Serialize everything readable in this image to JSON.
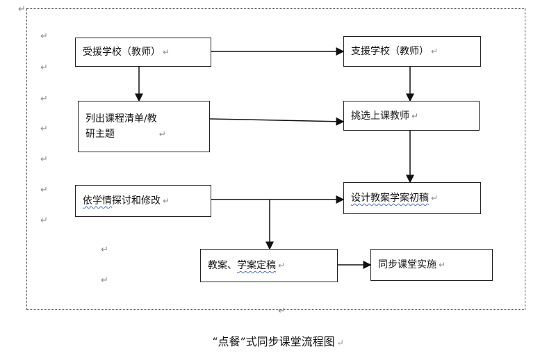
{
  "diagram": {
    "nodes": {
      "recipient_school": "受援学校（教师）",
      "support_school": "支援学校（教师）",
      "list_topics": "列出课程清单/教\n研主题",
      "select_teacher": "挑选上课教师",
      "design_draft": {
        "underlined": "设计教案学案初稿",
        "rest": ""
      },
      "discuss_revise": {
        "underlined": "依学情",
        "rest": "探讨和修改"
      },
      "finalize": {
        "plain": "教案、",
        "underlined": "学案定稿",
        "rest": ""
      },
      "implement": "同步课堂实施"
    },
    "paragraph_mark": "↵"
  },
  "caption": "“点餐”式同步课堂流程图",
  "caption_mark": "↵"
}
